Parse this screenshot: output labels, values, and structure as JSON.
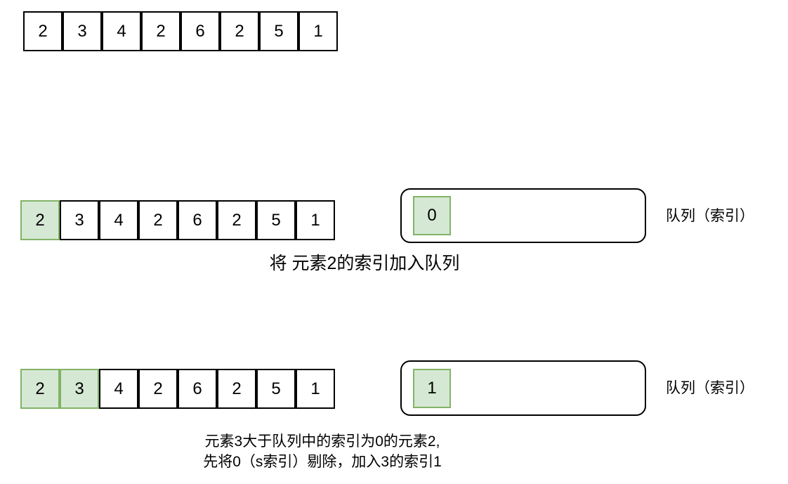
{
  "colors": {
    "background": "#ffffff",
    "cell_fill": "#ffffff",
    "cell_border": "#000000",
    "highlight_fill": "#d5e8d4",
    "highlight_border": "#82b366",
    "text": "#000000"
  },
  "array_values": [
    "2",
    "3",
    "4",
    "2",
    "6",
    "2",
    "5",
    "1"
  ],
  "rows": {
    "initial": {
      "cells": [
        "2",
        "3",
        "4",
        "2",
        "6",
        "2",
        "5",
        "1"
      ],
      "highlighted_indices": []
    },
    "step1": {
      "cells": [
        "2",
        "3",
        "4",
        "2",
        "6",
        "2",
        "5",
        "1"
      ],
      "highlighted_indices": [
        0
      ],
      "queue": {
        "items": [
          "0"
        ],
        "label": "队列（索引）"
      },
      "caption": "将 元素2的索引加入队列"
    },
    "step2": {
      "cells": [
        "2",
        "3",
        "4",
        "2",
        "6",
        "2",
        "5",
        "1"
      ],
      "highlighted_indices": [
        0,
        1
      ],
      "queue": {
        "items": [
          "1"
        ],
        "label": "队列（索引）"
      },
      "caption_lines": [
        "元素3大于队列中的索引为0的元素2,",
        "先将0（s索引）剔除，加入3的索引1"
      ]
    }
  }
}
